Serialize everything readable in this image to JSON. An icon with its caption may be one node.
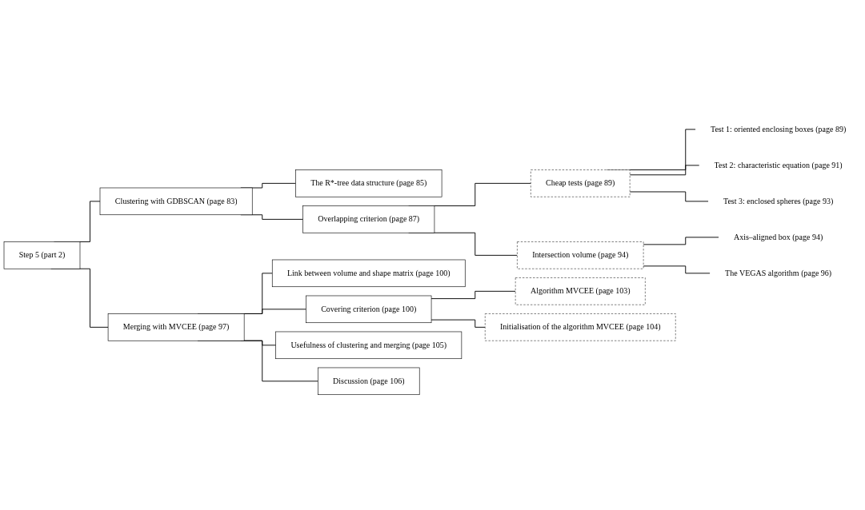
{
  "diagram": {
    "nodes": [
      {
        "text": [
          "Step 5 (part 2)"
        ]
      },
      {
        "text": [
          "Clustering with GDBSCAN (page 83)"
        ]
      },
      {
        "text": [
          "The R*-tree data structure (page 85)"
        ]
      },
      {
        "text": [
          "Overlapping criterion (page 87)"
        ]
      },
      {
        "text": [
          "Cheap tests (page 89)"
        ]
      },
      {
        "text": [
          "Test 1: oriented enclosing boxes (page 89)"
        ]
      },
      {
        "text": [
          "Test 2: characteristic equation (page 91)"
        ]
      },
      {
        "text": [
          "Test 3: enclosed spheres (page 93)"
        ]
      },
      {
        "text": [
          "Intersection volume (page 94)"
        ]
      },
      {
        "text": [
          "Axis–aligned box (page 94)"
        ]
      },
      {
        "text": [
          "The VEGAS algorithm (page 96)"
        ]
      },
      {
        "text": [
          "Merging with MVCEE (page 97)"
        ]
      },
      {
        "text": [
          "Link between volume and shape matrix (page 100)"
        ]
      },
      {
        "text": [
          "Covering criterion (page 100)"
        ]
      },
      {
        "text": [
          "Algorithm MVCEE (page 103)"
        ]
      },
      {
        "text": [
          "Initialisation of the algorithm MVCEE (page 104)"
        ]
      },
      {
        "text": [
          "Usefulness of clustering and merging (page 105)"
        ]
      },
      {
        "text": [
          "Discussion (page 106)"
        ]
      }
    ],
    "edges": [
      {
        "from": 0,
        "to": 1,
        "arrow": "none"
      },
      {
        "from": 0,
        "to": 11,
        "arrow": "none"
      },
      {
        "from": 1,
        "to": 2,
        "arrow": "none"
      },
      {
        "from": 1,
        "to": 3,
        "arrow": "none"
      },
      {
        "from": 3,
        "to": 4,
        "arrow": "none"
      },
      {
        "from": 4,
        "to": 5,
        "arrow": "none"
      },
      {
        "from": 4,
        "to": 6,
        "arrow": "none"
      },
      {
        "from": 4,
        "to": 7,
        "arrow": "none"
      },
      {
        "from": 3,
        "to": 8,
        "arrow": "none"
      },
      {
        "from": 8,
        "to": 9,
        "arrow": "none"
      },
      {
        "from": 8,
        "to": 10,
        "arrow": "none"
      },
      {
        "from": 11,
        "to": 12,
        "arrow": "none"
      },
      {
        "from": 11,
        "to": 13,
        "arrow": "none"
      },
      {
        "from": 13,
        "to": 14,
        "arrow": "none"
      },
      {
        "from": 13,
        "to": 15,
        "arrow": "none"
      },
      {
        "from": 11,
        "to": 16,
        "arrow": "none"
      },
      {
        "from": 11,
        "to": 17,
        "arrow": "none"
      }
    ]
  }
}
